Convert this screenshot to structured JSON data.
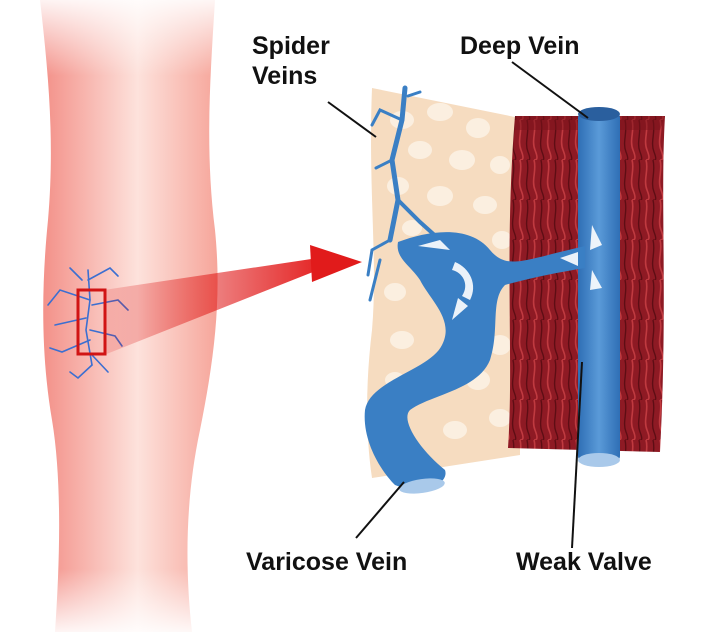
{
  "labels": {
    "spider_veins_line1": "Spider",
    "spider_veins_line2": "Veins",
    "deep_vein": "Deep Vein",
    "varicose_vein": "Varicose Vein",
    "weak_valve": "Weak Valve"
  },
  "colors": {
    "leg_skin": "#f7a9a0",
    "vein_blue": "#3a7fc4",
    "muscle": "#8e1a24",
    "fat_tissue": "#f6dcc0",
    "magnify_red": "#e11b1b"
  }
}
